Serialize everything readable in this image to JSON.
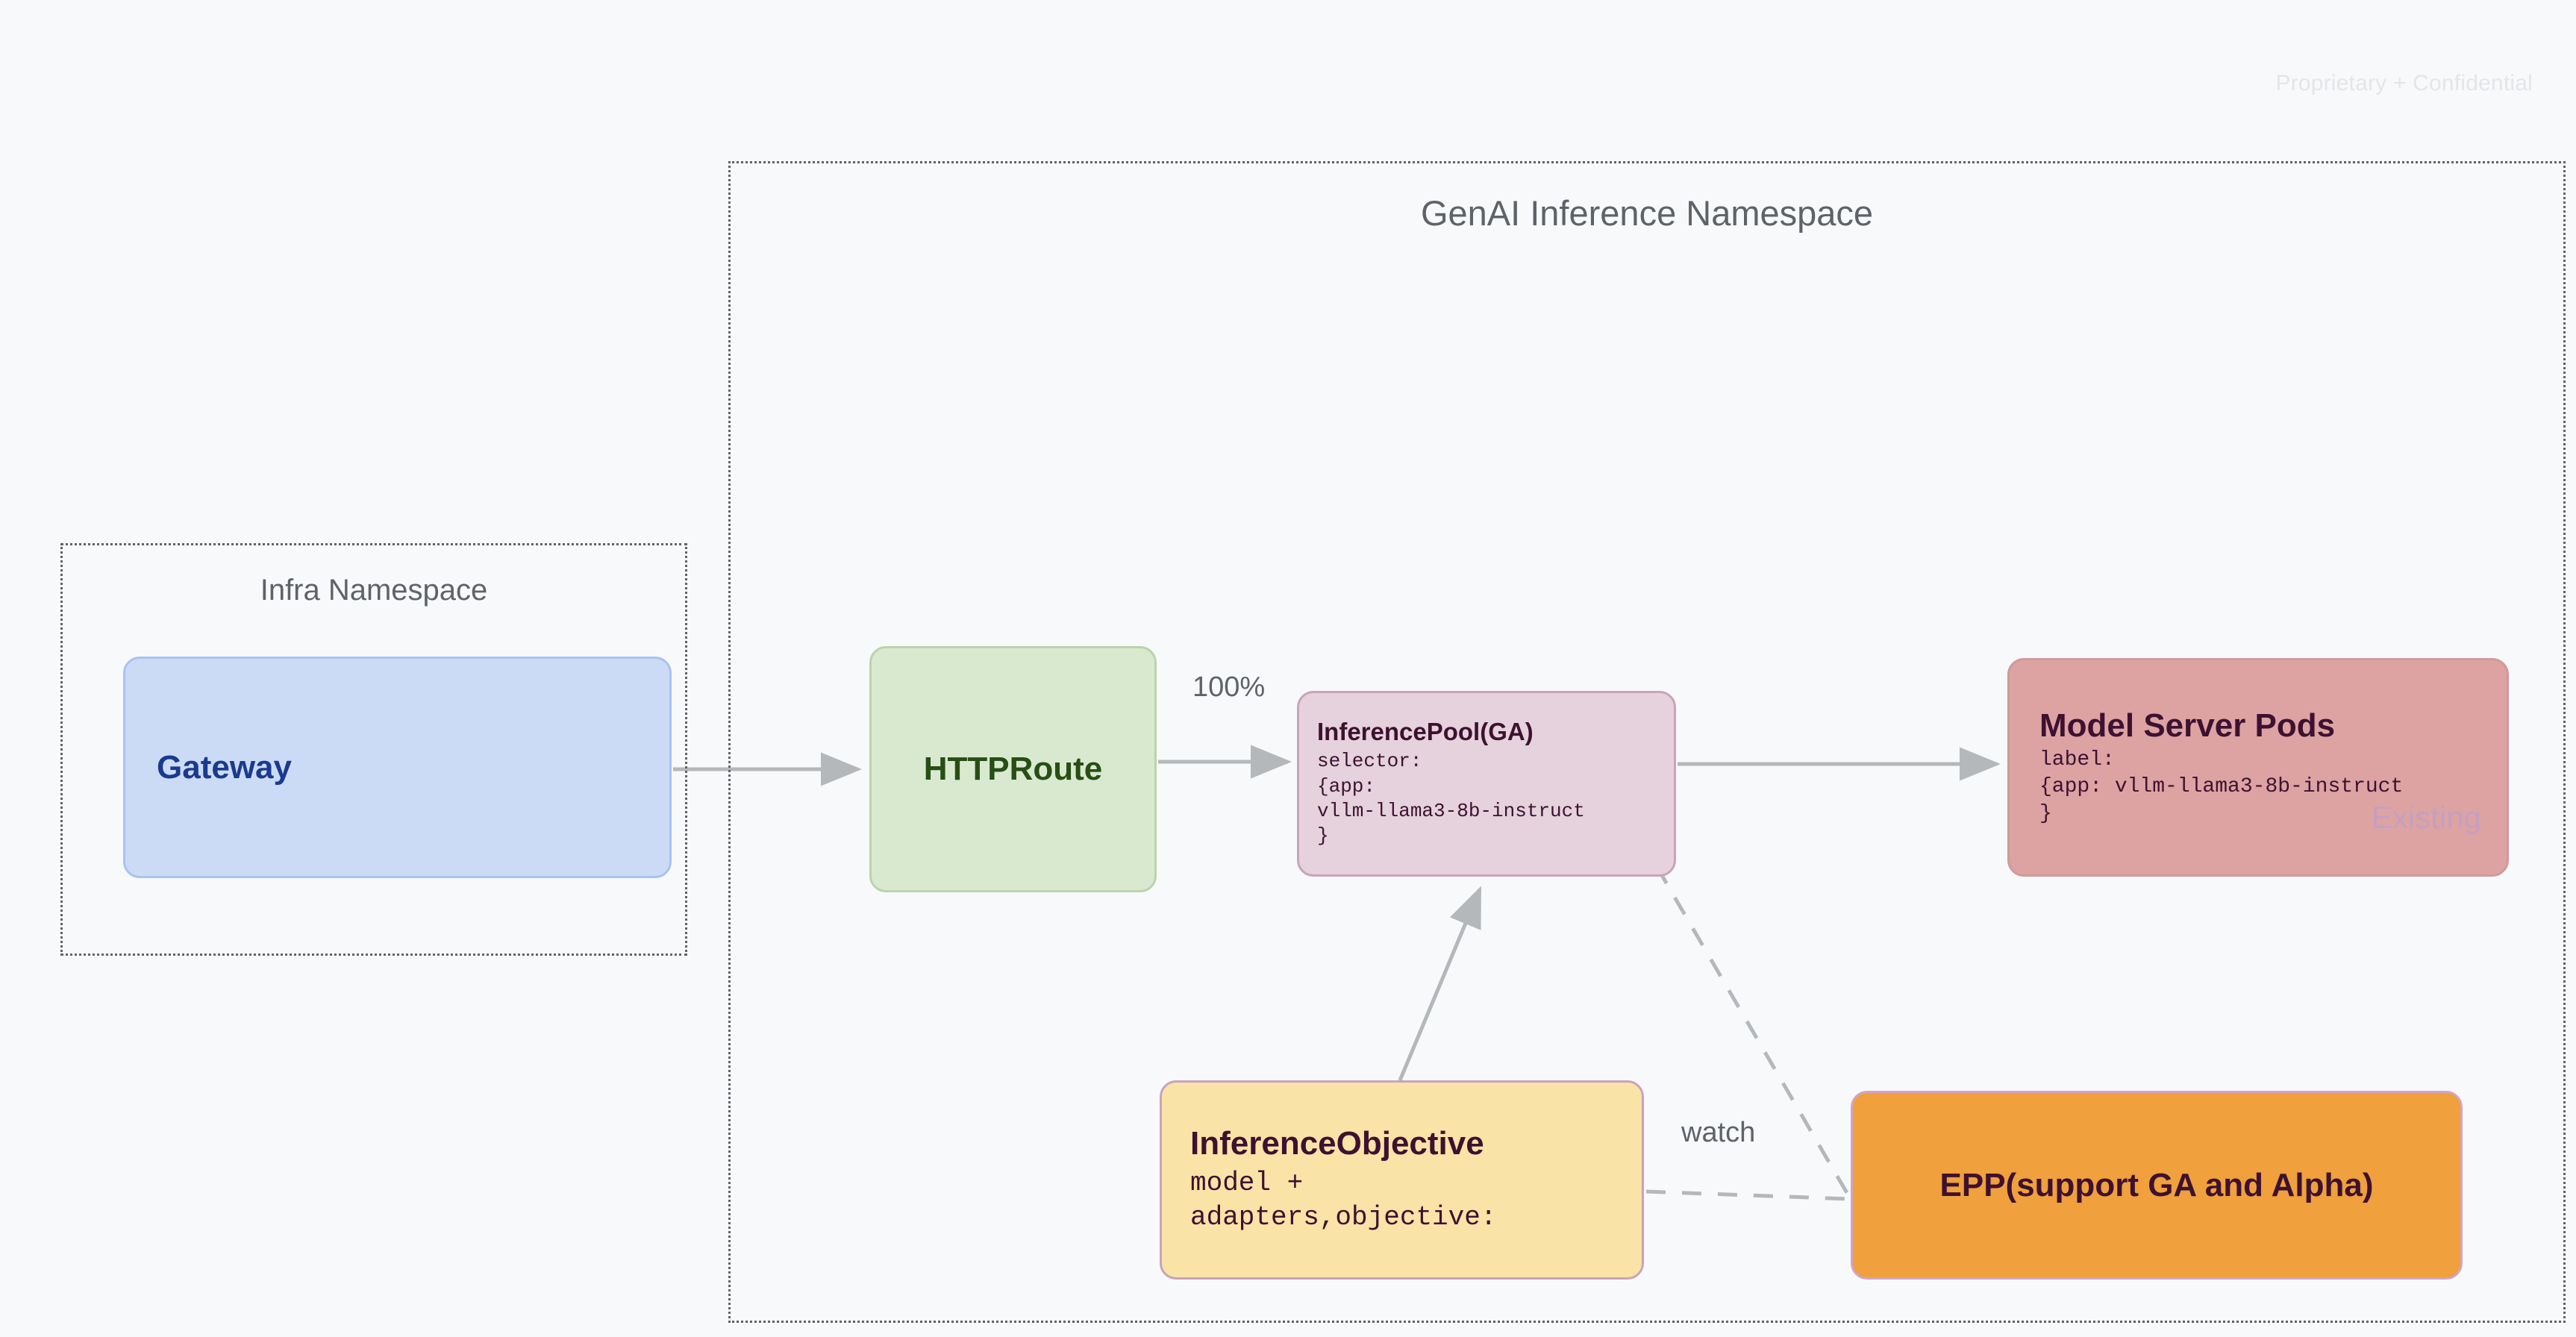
{
  "page": {
    "watermark": "Proprietary + Confidential",
    "background_color": "#f7f9fb"
  },
  "namespaces": [
    {
      "id": "genai",
      "title": "GenAI Inference Namespace",
      "border_style": "dotted",
      "border_color": "#5f6368"
    },
    {
      "id": "infra",
      "title": "Infra Namespace",
      "border_style": "dotted",
      "border_color": "#5f6368"
    }
  ],
  "nodes": {
    "gateway": {
      "title": "Gateway",
      "fill": "#ccdbf5",
      "border": "#a9c3ef",
      "text_color": "#1a3a8f"
    },
    "httproute": {
      "title": "HTTPRoute",
      "fill": "#d9e9d0",
      "border": "#b9d4ab",
      "text_color": "#274e13"
    },
    "inferencepool": {
      "title": "InferencePool(GA)",
      "body": "selector:\n{app:\nvllm-llama3-8b-instruct\n}",
      "fill": "#e5d2dc",
      "border": "#c9a3bb",
      "text_color": "#3d1130"
    },
    "modelserver": {
      "title": "Model Server Pods",
      "body": "label:\n{app: vllm-llama3-8b-instruct\n}",
      "stamp": "Existing",
      "fill": "#dda3a3",
      "border": "#cf9a9a",
      "text_color": "#3d1130",
      "stamp_color": "#c4a0c0"
    },
    "inferenceobjective": {
      "title": "InferenceObjective",
      "body": "model +\nadapters,objective:",
      "fill": "#fae3a6",
      "border": "#c9a3bb",
      "text_color": "#3d1130"
    },
    "epp": {
      "title": "EPP(support GA and Alpha)",
      "fill": "#f0a03c",
      "border": "#d4a3c4",
      "text_color": "#3d1130"
    }
  },
  "edges": {
    "gateway_to_httproute": {
      "label": "",
      "style": "solid"
    },
    "httproute_to_inferencepool": {
      "label": "100%",
      "style": "solid"
    },
    "inferencepool_to_modelserver": {
      "label": "",
      "style": "solid"
    },
    "inferenceobjective_to_inferencepool": {
      "label": "",
      "style": "solid"
    },
    "inferencepool_to_epp": {
      "label": "",
      "style": "dashed"
    },
    "inferenceobjective_to_epp": {
      "label": "watch",
      "style": "dashed"
    }
  },
  "edge_color": "#b4b8bb"
}
